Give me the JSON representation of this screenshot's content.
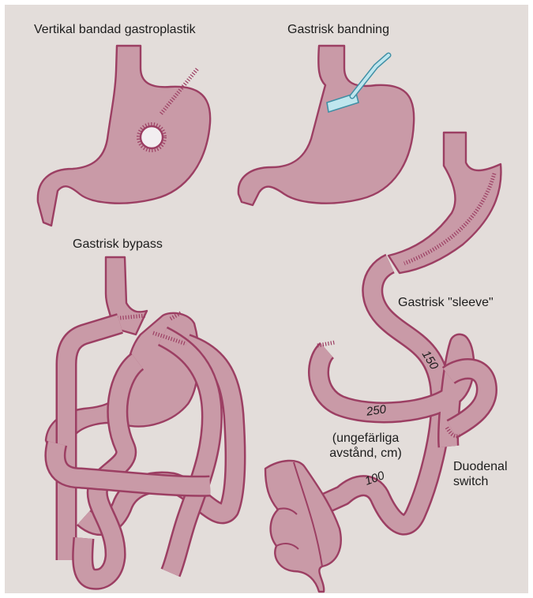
{
  "labels": {
    "vbg": "Vertikal bandad gastroplastik",
    "banding": "Gastrisk bandning",
    "bypass": "Gastrisk bypass",
    "sleeve": "Gastrisk \"sleeve\"",
    "note_line1": "(ungefärliga",
    "note_line2": "avstånd, cm)",
    "duodenal_line1": "Duodenal",
    "duodenal_line2": "switch"
  },
  "distances": {
    "d150": "150",
    "d250": "250",
    "d100": "100"
  },
  "colors": {
    "background": "#e3ddda",
    "organ_fill": "#c99aa7",
    "organ_outline": "#9c3f63",
    "band": "#bfe6ee"
  }
}
